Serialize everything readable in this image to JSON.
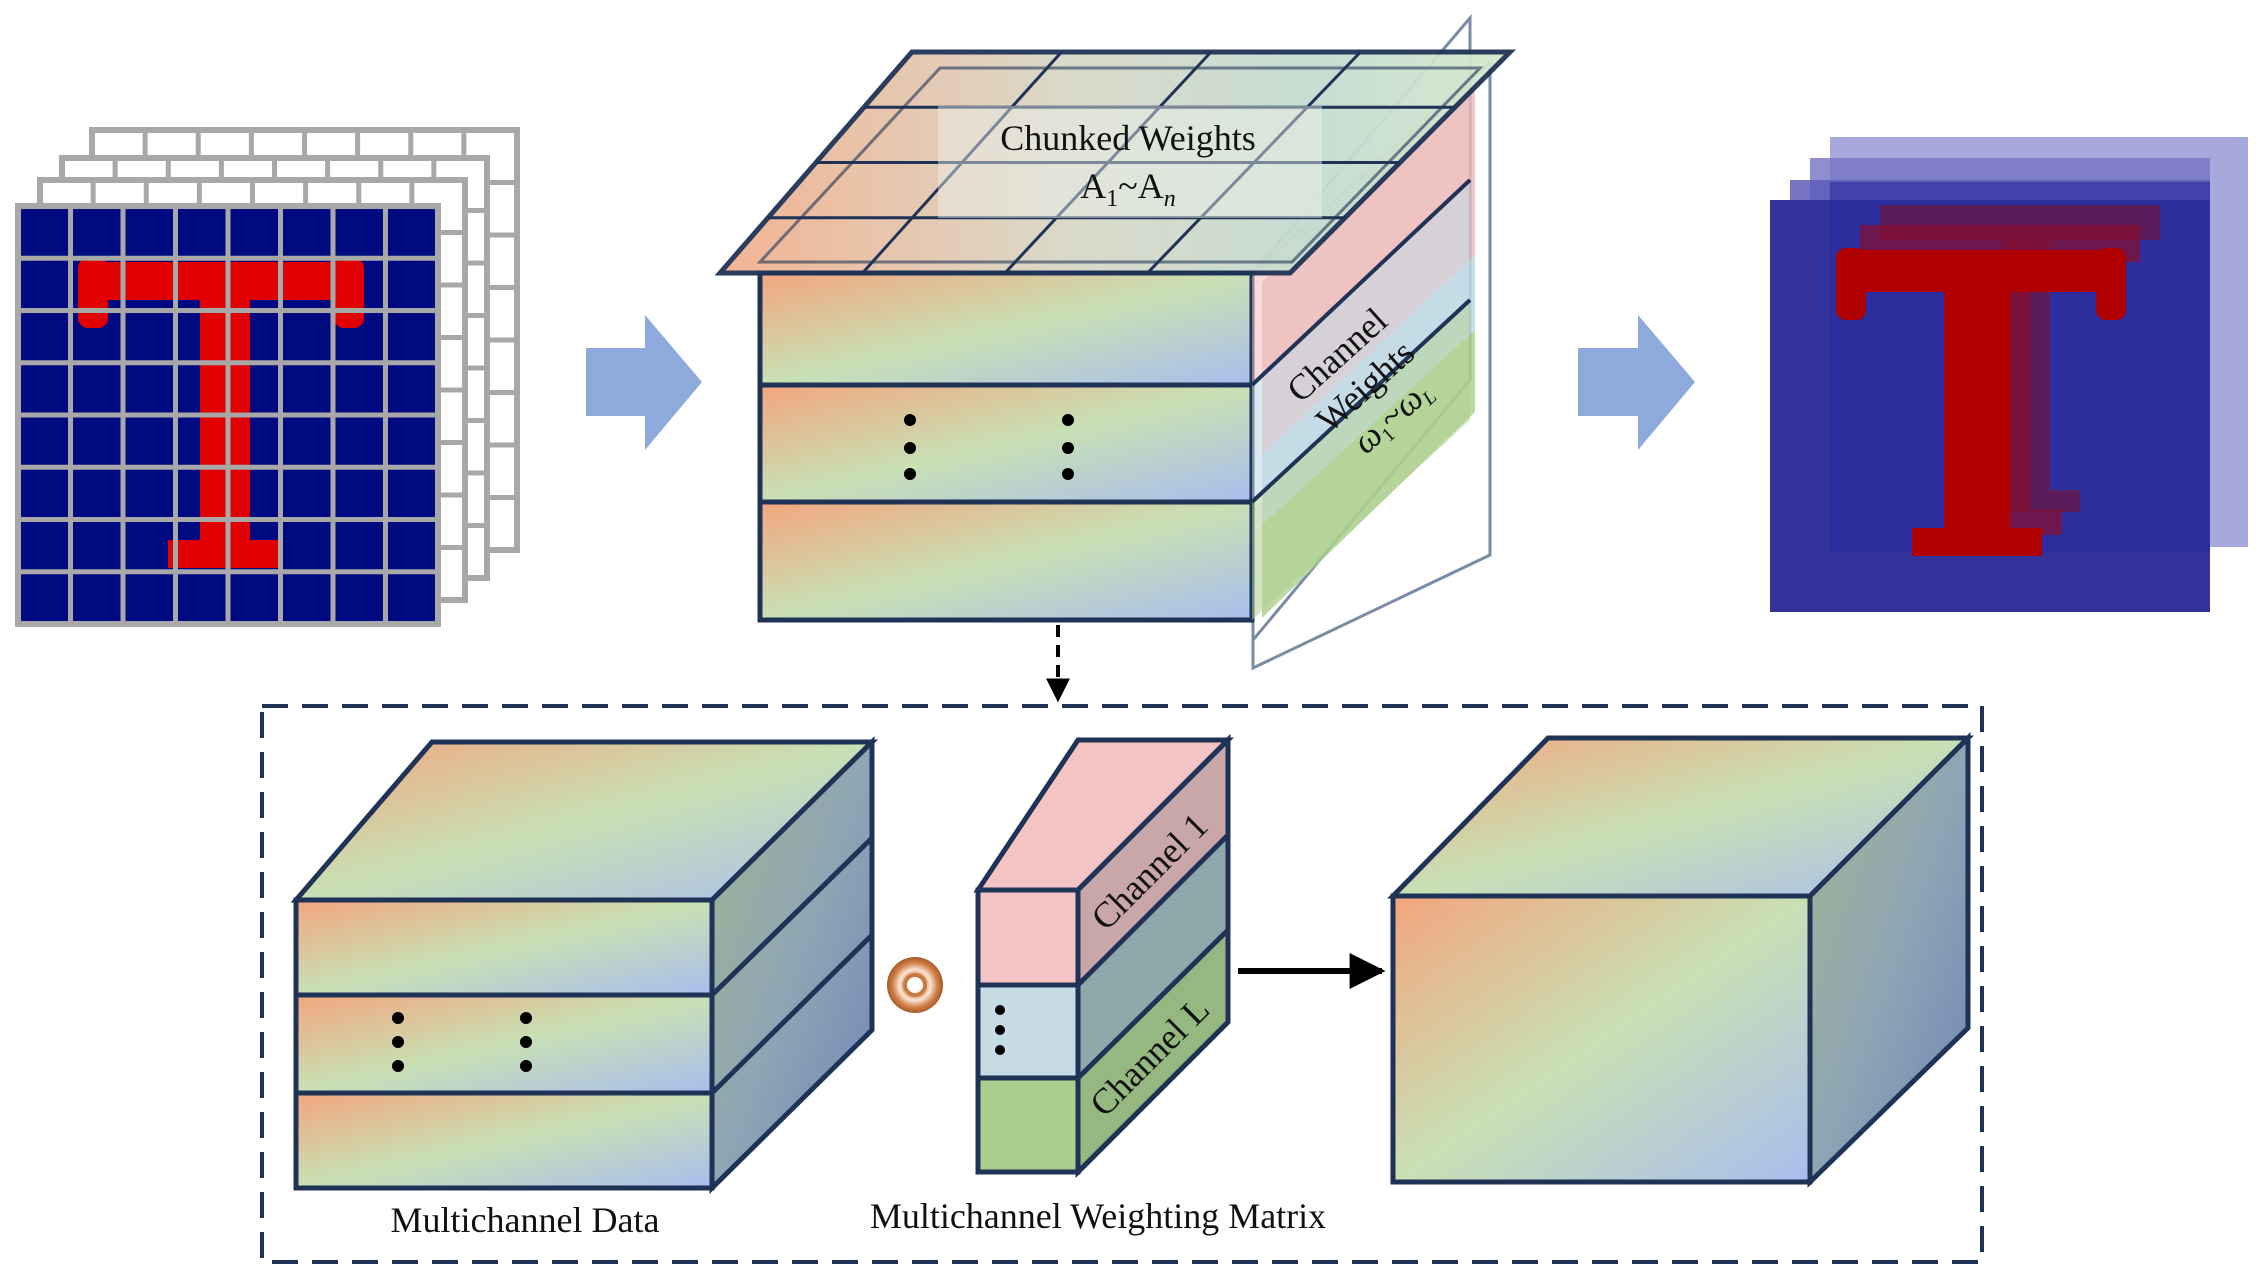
{
  "colors": {
    "navy_outline": "#1f3357",
    "image_blue": "#000a80",
    "letter_red": "#e10000",
    "arrow_blue": "#8eaadc",
    "pink": "#f4c3c3",
    "light_blue": "#c6dbe4",
    "green": "#a9cf8c",
    "gradient_orange": "#f3a57e",
    "gradient_green": "#c8e0b4",
    "gradient_blue": "#a9bdee"
  },
  "input_image": {
    "letter": "T"
  },
  "output_image": {
    "letter": "T"
  },
  "center_block": {
    "top_label_line1": "Chunked Weights",
    "top_label_a1": "A",
    "top_label_a1_sub": "1",
    "top_label_tilde": "~",
    "top_label_an": "A",
    "top_label_an_sub": "n",
    "side_label_line1": "Channel",
    "side_label_line2": "Weights",
    "side_label_w1": "ω",
    "side_label_w1_sub": "1",
    "side_label_tilde": "~",
    "side_label_wl": "ω",
    "side_label_wl_sub": "L"
  },
  "detail": {
    "data_caption": "Multichannel Data",
    "matrix_caption": "Multichannel Weighting Matrix",
    "channel_top_label": "Channel 1",
    "channel_bottom_label": "Channel L"
  }
}
